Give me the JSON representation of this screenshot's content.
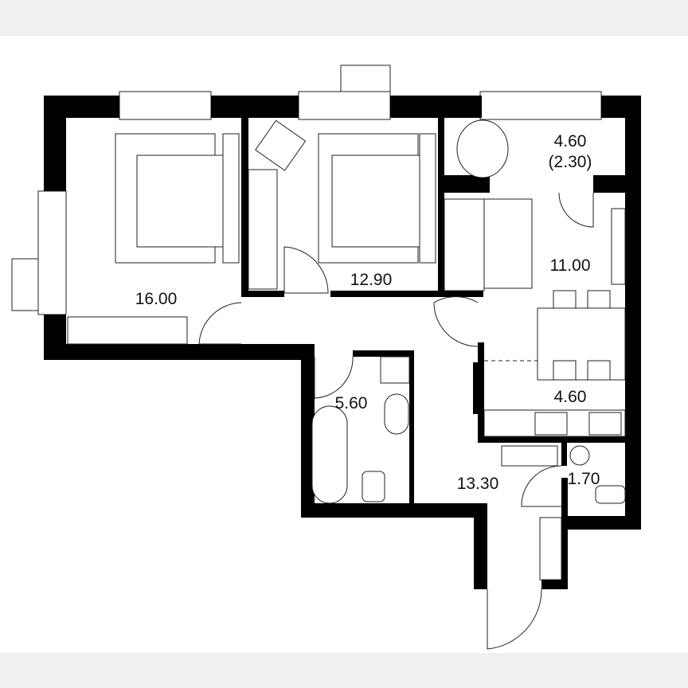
{
  "plan": {
    "rooms": [
      {
        "name": "bedroom-1",
        "area": "16.00"
      },
      {
        "name": "bedroom-2",
        "area": "12.90"
      },
      {
        "name": "balcony",
        "area": "4.60",
        "area_reduced": "(2.30)"
      },
      {
        "name": "living-room",
        "area": "11.00"
      },
      {
        "name": "kitchen",
        "area": "4.60"
      },
      {
        "name": "bathroom",
        "area": "5.60"
      },
      {
        "name": "hallway",
        "area": "13.30"
      },
      {
        "name": "toilet",
        "area": "1.70"
      }
    ]
  }
}
